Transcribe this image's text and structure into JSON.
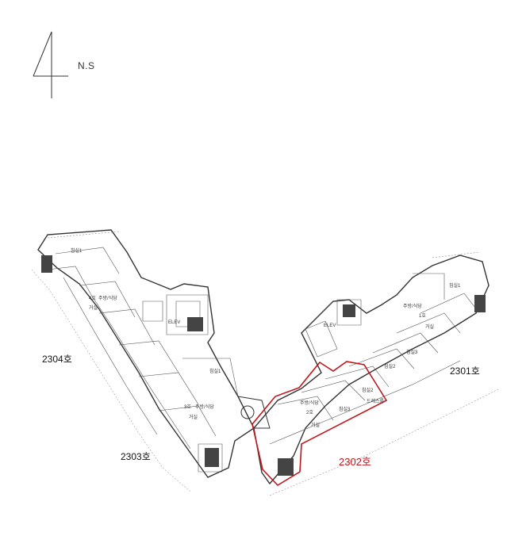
{
  "north_arrow": {
    "label": "N.S"
  },
  "units": {
    "u2301": "2301호",
    "u2302": "2302호",
    "u2303": "2303호",
    "u2304": "2304호"
  },
  "room_labels": {
    "living": "거실",
    "kitchen": "주방/식당",
    "bed1": "침실1",
    "bed2": "침실2",
    "bed3": "침실3",
    "dress": "드레스룸",
    "elev": "ELEV",
    "u1": "1호",
    "u2": "2호",
    "u3": "3호",
    "u4": "4호"
  },
  "colors": {
    "highlight": "#c0161c",
    "linework": "#333333"
  }
}
